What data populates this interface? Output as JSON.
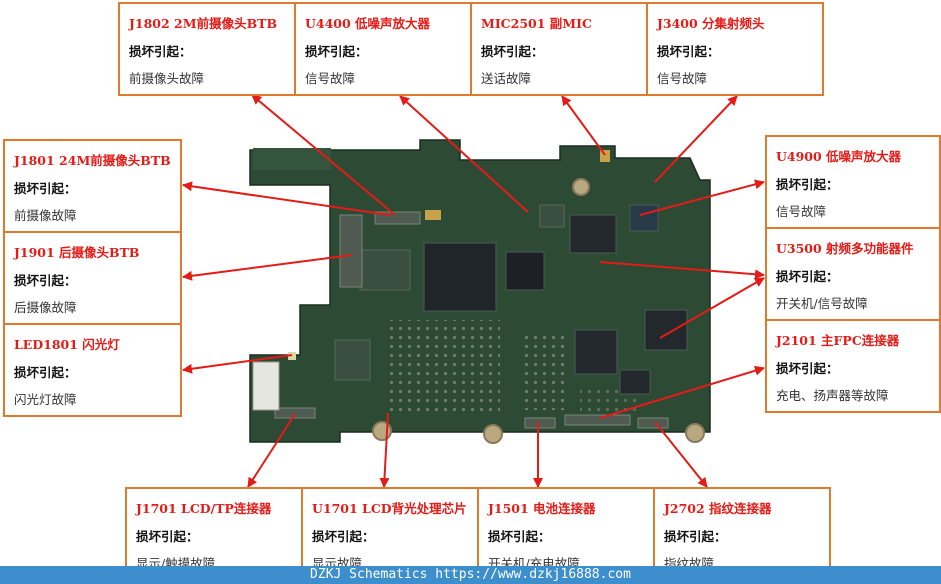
{
  "callouts": [
    {
      "title": "J1802 2M前摄像头BTB",
      "cause": "损坏引起：",
      "fault": "前摄像头故障"
    },
    {
      "title": "U4400  低噪声放大器",
      "cause": "损坏引起：",
      "fault": "信号故障"
    },
    {
      "title": "MIC2501   副MIC",
      "cause": "损坏引起：",
      "fault": "送话故障"
    },
    {
      "title": "J3400 分集射频头",
      "cause": "损坏引起：",
      "fault": "信号故障"
    },
    {
      "title": "J1801  24M前摄像头BTB",
      "cause": "损坏引起：",
      "fault": "前摄像故障"
    },
    {
      "title": "J1901  后摄像头BTB",
      "cause": "损坏引起：",
      "fault": "后摄像故障"
    },
    {
      "title": "LED1801  闪光灯",
      "cause": "损坏引起：",
      "fault": "闪光灯故障"
    },
    {
      "title": "U4900  低噪声放大器",
      "cause": "损坏引起：",
      "fault": "信号故障"
    },
    {
      "title": "U3500 射频多功能器件",
      "cause": "损坏引起：",
      "fault": "开关机/信号故障"
    },
    {
      "title": "J2101 主FPC连接器",
      "cause": "损坏引起：",
      "fault": "充电、扬声器等故障"
    },
    {
      "title": "J1701 LCD/TP连接器",
      "cause": "损坏引起：",
      "fault": "显示/触摸故障"
    },
    {
      "title": "U1701 LCD背光处理芯片",
      "cause": "损坏引起：",
      "fault": "显示故障"
    },
    {
      "title": "J1501 电池连接器",
      "cause": "损坏引起：",
      "fault": "开关机/充电故障"
    },
    {
      "title": "J2702 指纹连接器",
      "cause": "损坏引起：",
      "fault": "指纹故障"
    }
  ],
  "footer": "DZKJ Schematics https://www.dzkj16888.com",
  "colors": {
    "box_border": "#e07a2e",
    "title": "#e41b17",
    "arrow": "#e41b17",
    "pcb": "#2d4a34",
    "footer_bg": "#3d8ecc"
  }
}
